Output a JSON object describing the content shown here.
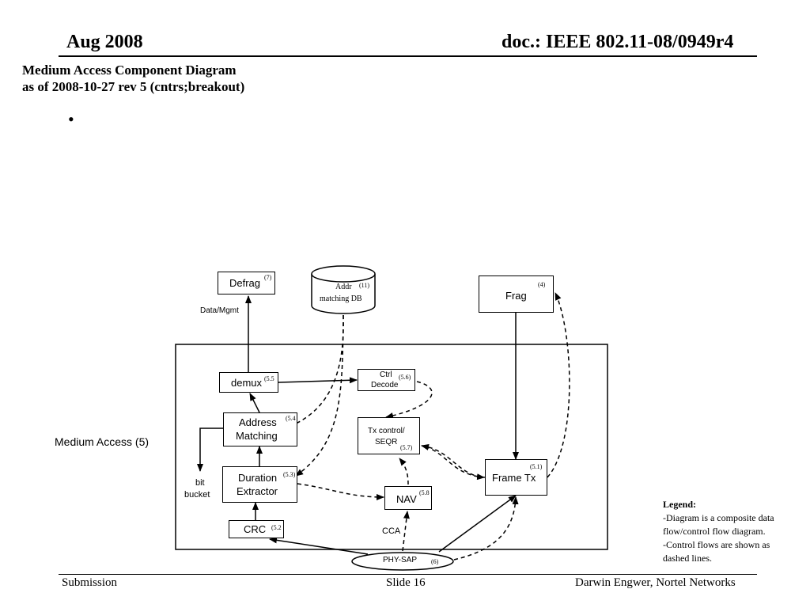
{
  "header": {
    "date": "Aug 2008",
    "doc": "doc.: IEEE 802.11-08/0949r4"
  },
  "slide": {
    "title_line1": "Medium Access Component Diagram",
    "title_line2": "as of 2008-10-27 rev 5 (cntrs;breakout)",
    "bullet": "•"
  },
  "diagram": {
    "defrag": "Defrag",
    "defrag_num": "(7)",
    "addr_db_line1": "Addr",
    "addr_db_num": "(11)",
    "addr_db_line2": "matching DB",
    "frag": "Frag",
    "frag_num": "(4)",
    "data_mgmt": "Data/Mgmt",
    "medium_access": "Medium Access (5)",
    "demux": "demux",
    "demux_num": "(5.5",
    "ctrl_decode_line1": "Ctrl",
    "ctrl_decode_num": "(5.6)",
    "ctrl_decode_line2": "Decode",
    "address_matching_line1": "Address",
    "address_matching_line2": "Matching",
    "address_matching_num": "(5.4",
    "tx_control_line1": "Tx control/",
    "tx_control_line2": "SEQR",
    "tx_control_num": "(5.7)",
    "bit_bucket_line1": "bit",
    "bit_bucket_line2": "bucket",
    "duration_line1": "Duration",
    "duration_num": "(5.3)",
    "duration_line2": "Extractor",
    "frame_tx": "Frame Tx",
    "frame_tx_num": "(5.1)",
    "nav": "NAV",
    "nav_num": "(5.8",
    "crc": "CRC",
    "crc_num": "(5.2",
    "cca": "CCA",
    "phy_sap": "PHY-SAP",
    "phy_sap_num": "(6)"
  },
  "legend": {
    "title": "Legend:",
    "line1": "-Diagram is a composite data",
    "line2": "flow/control flow diagram.",
    "line3": "-Control flows are shown as",
    "line4": "dashed lines."
  },
  "footer": {
    "left": "Submission",
    "center": "Slide 16",
    "right": "Darwin Engwer, Nortel Networks"
  }
}
